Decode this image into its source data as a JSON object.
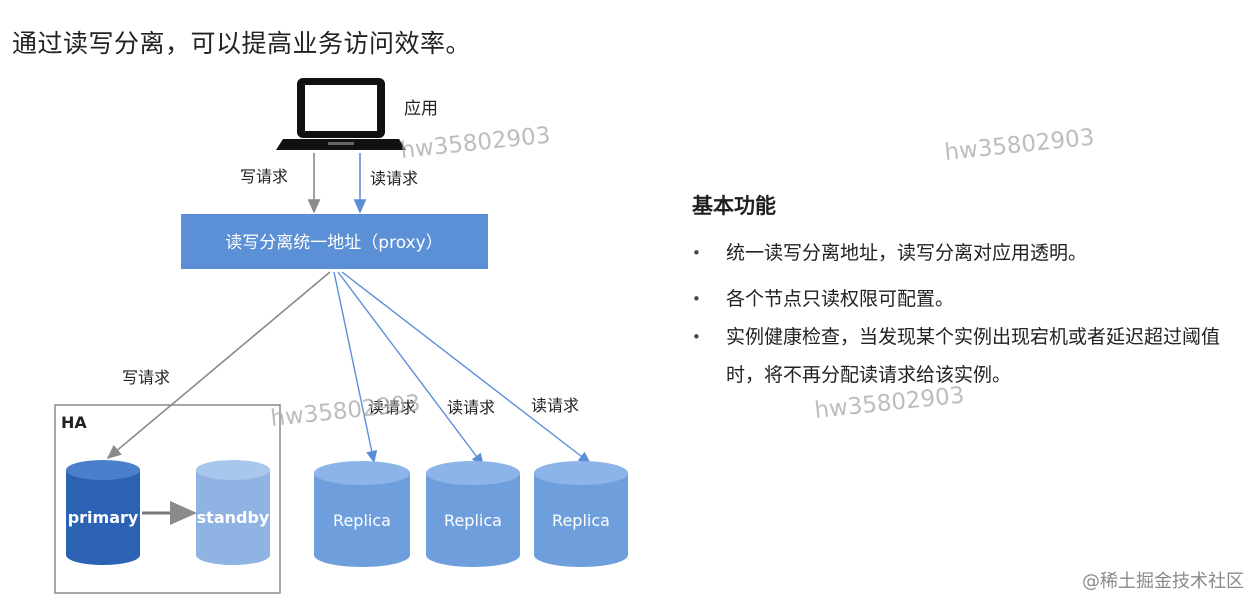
{
  "title": "通过读写分离，可以提高业务访问效率。",
  "diagram": {
    "app_label": "应用",
    "write_request": "写请求",
    "read_request": "读请求",
    "proxy_label": "读写分离统一地址（proxy）",
    "ha_label": "HA",
    "primary_label": "primary",
    "standby_label": "standby",
    "replica_label": "Replica",
    "replicas": [
      "Replica",
      "Replica",
      "Replica"
    ],
    "colors": {
      "proxy_fill": "#5b8fd6",
      "primary_fill": "#2b62b3",
      "standby_fill": "#8fb4e3",
      "replica_fill": "#6e9fdc",
      "read_arrow": "#5a8fd8",
      "write_arrow": "#8a8a8a"
    }
  },
  "features": {
    "title": "基本功能",
    "items": [
      "统一读写分离地址，读写分离对应用透明。",
      "各个节点只读权限可配置。",
      "实例健康检查，当发现某个实例出现宕机或者延迟超过阈值时，将不再分配读请求给该实例。"
    ]
  },
  "watermark": "hw35802903",
  "footer": "@稀土掘金技术社区"
}
